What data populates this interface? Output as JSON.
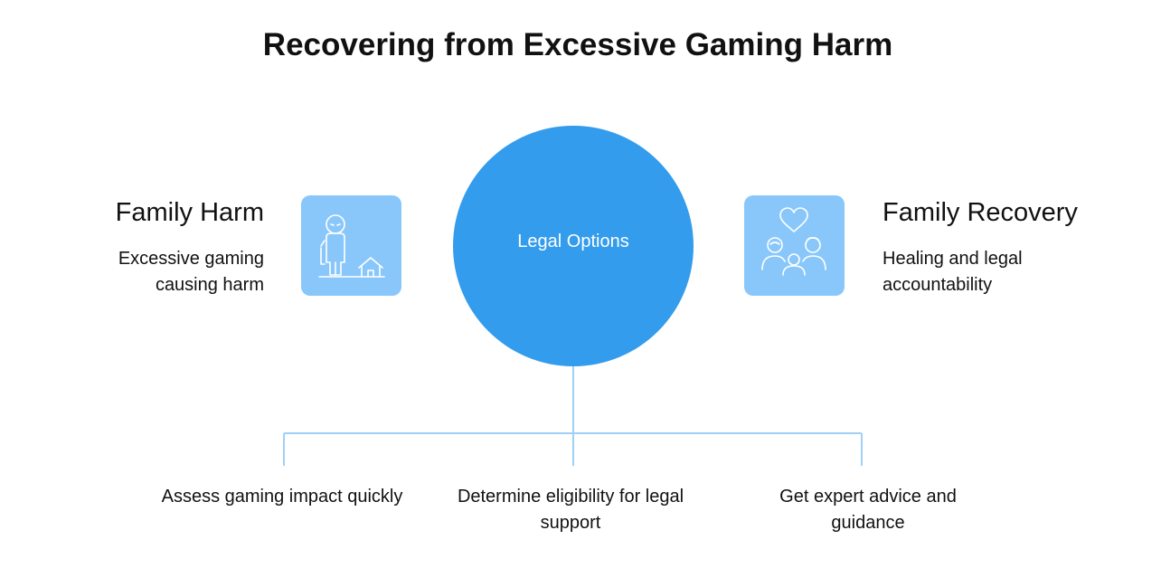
{
  "title": "Recovering from Excessive Gaming Harm",
  "center": {
    "label": "Legal Options",
    "color": "#339cec"
  },
  "left": {
    "heading": "Family Harm",
    "description": "Excessive gaming causing harm",
    "icon": "person-with-house-icon"
  },
  "right": {
    "heading": "Family Recovery",
    "description": "Healing and legal accountability",
    "icon": "family-with-heart-icon"
  },
  "steps": [
    {
      "label": "Assess gaming impact quickly"
    },
    {
      "label": "Determine eligibility for legal support"
    },
    {
      "label": "Get expert advice and guidance"
    }
  ],
  "colors": {
    "tile": "#89c7fb",
    "connector": "#9fd0f7",
    "text": "#111111"
  }
}
